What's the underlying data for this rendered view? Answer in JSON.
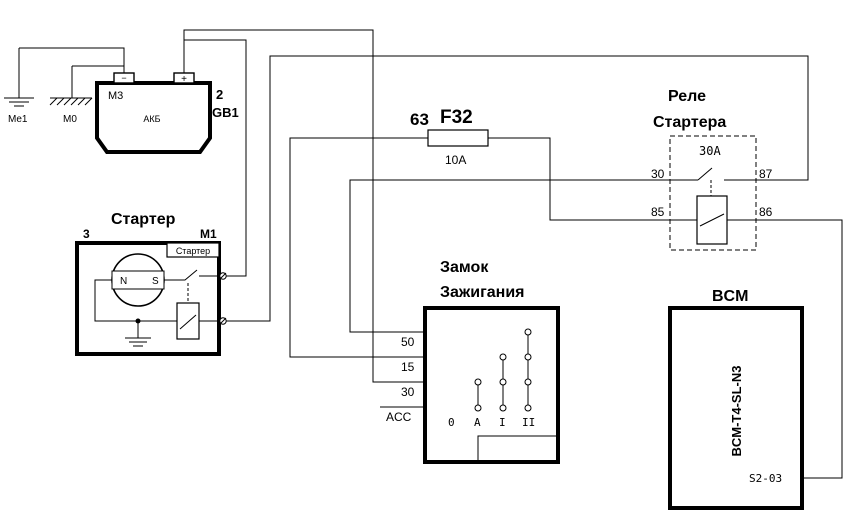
{
  "grounds": {
    "me1": "Me1",
    "m0": "M0"
  },
  "battery": {
    "name": "АКБ",
    "terminal_minus": "M3",
    "minus_sign": "−",
    "plus_sign": "+",
    "number": "2",
    "designator": "GB1"
  },
  "fuse": {
    "number": "63",
    "designator": "F32",
    "rating": "10A"
  },
  "relay": {
    "title_line1": "Реле",
    "title_line2": "Стартера",
    "rating": "30A",
    "pin_30": "30",
    "pin_87": "87",
    "pin_85": "85",
    "pin_86": "86"
  },
  "starter": {
    "title": "Стартер",
    "number": "3",
    "designator": "M1",
    "inner_label": "Стартер",
    "pole_n": "N",
    "pole_s": "S"
  },
  "ignition": {
    "title_line1": "Замок",
    "title_line2": "Зажигания",
    "pin_50": "50",
    "pin_15": "15",
    "pin_30": "30",
    "pin_acc": "ACC",
    "pos_0": "0",
    "pos_a": "A",
    "pos_i": "I",
    "pos_ii": "II"
  },
  "bcm": {
    "title": "BCM",
    "part": "BCM-T4-SL-N3",
    "connector": "S2-03"
  }
}
